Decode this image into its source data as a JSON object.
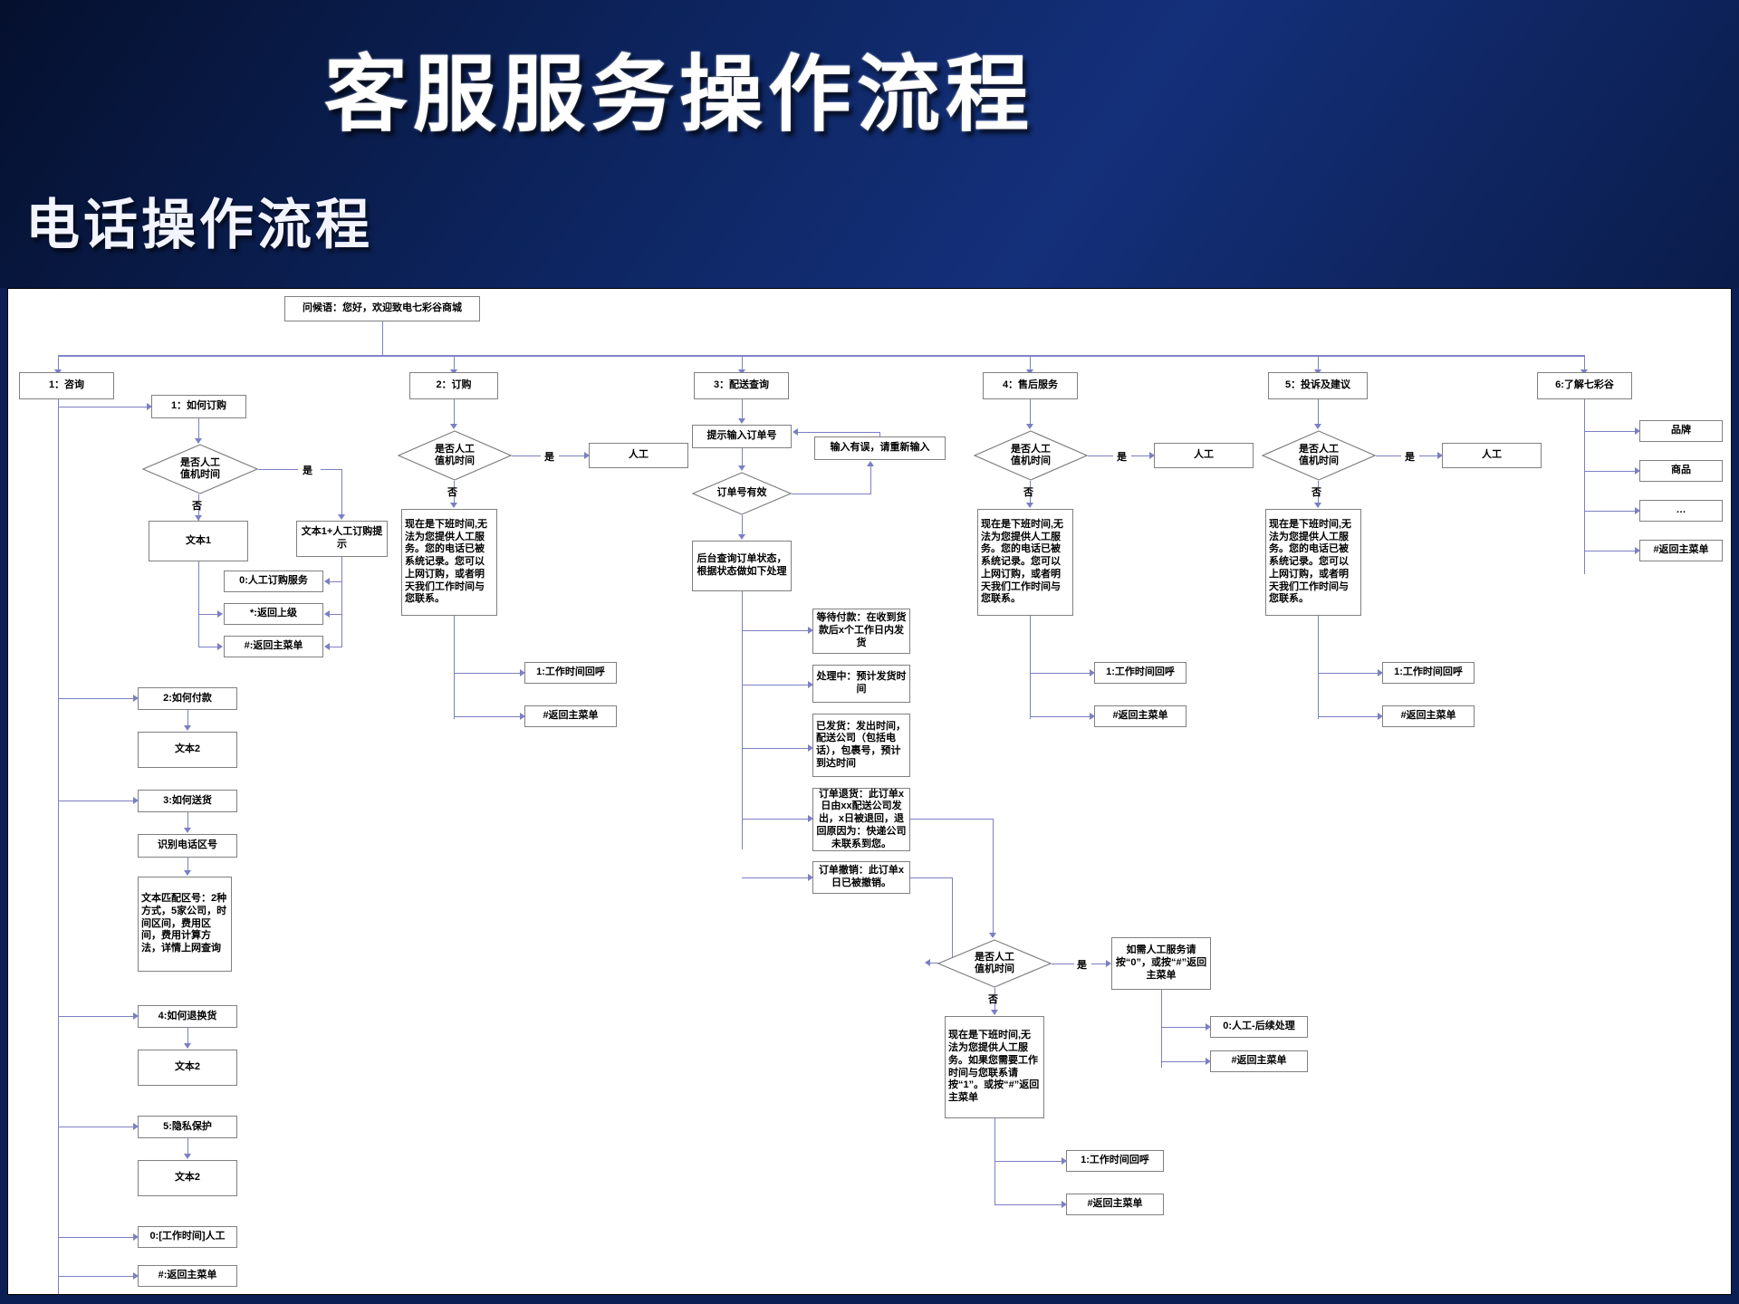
{
  "slide": {
    "title": "客服服务操作流程",
    "subtitle": "电话操作流程",
    "bg_color": "#0d2560",
    "canvas_color": "#ffffff",
    "line_color": "#7b7fc4",
    "node_border_color": "#808080"
  },
  "flow": {
    "greeting": "问候语：您好，欢迎致电七彩谷商城",
    "menu": [
      {
        "label": "1：咨询"
      },
      {
        "label": "2：订购"
      },
      {
        "label": "3：配送查询"
      },
      {
        "label": "4：售后服务"
      },
      {
        "label": "5：投诉及建议"
      },
      {
        "label": "6:了解七彩谷"
      }
    ],
    "yes_label": "是",
    "no_label": "否",
    "decision_manned": "是否人工\n值机时间",
    "decision_manned_l1": "是否人工",
    "decision_manned_l2": "值机时间",
    "col1": {
      "q1": "1：如何订购",
      "text1": "文本1",
      "text1_manual": "文本1+人工订购提示",
      "opt_manual_order": "0:人工订购服务",
      "opt_back_up": "*:返回上级",
      "opt_back_main": "#:返回主菜单",
      "q2": "2:如何付款",
      "q2_text": "文本2",
      "q3": "3:如何送货",
      "q3_recognize": "识别电话区号",
      "q3_text": "文本匹配区号：2种方式，5家公司，时间区间，费用区间，费用计算方法，详情上网查询",
      "q4": "4:如何退换货",
      "q4_text": "文本2",
      "q5": "5:隐私保护",
      "q5_text": "文本2",
      "opt_zero": "0:[工作时间]人工",
      "opt_hash": "#:返回主菜单"
    },
    "col2": {
      "agent": "人工",
      "offhours": "现在是下班时间,无法为您提供人工服务。您的电话已被系统记录。您可以上网订购，或者明天我们工作时间与您联系。",
      "opt_callback": "1:工作时间回呼",
      "opt_back_main": "#返回主菜单"
    },
    "col3": {
      "prompt_order_no": "提示输入订单号",
      "input_error": "输入有误，请重新输入",
      "decision_valid": "订单号有效",
      "backend_query": "后台查询订单状态，根据状态做如下处理",
      "status": [
        "等待付款：在收到货款后x个工作日内发货",
        "处理中：预计发货时间",
        "已发货：发出时间，配送公司（包括电话），包裹号，预计到达时间",
        "订单退货：此订单x日由xx配送公司发出，x日被退回，退回原因为：快递公司未联系到您。",
        "订单撤销：此订单x日已被撤销。"
      ],
      "manual_prompt": "如需人工服务请按“0”，或按“#”返回主菜单",
      "opt_manual_follow": "0:人工-后续处理",
      "opt_back_main_a": "#返回主菜单",
      "offhours": "现在是下班时间,无法为您提供人工服务。如果您需要工作时间与您联系请按“1”。或按“#”返回主菜单",
      "opt_callback": "1:工作时间回呼",
      "opt_back_main_b": "#返回主菜单"
    },
    "col4": {
      "agent": "人工",
      "offhours": "现在是下班时间,无法为您提供人工服务。您的电话已被系统记录。您可以上网订购，或者明天我们工作时间与您联系。",
      "opt_callback": "1:工作时间回呼",
      "opt_back_main": "#返回主菜单"
    },
    "col5": {
      "agent": "人工",
      "offhours": "现在是下班时间,无法为您提供人工服务。您的电话已被系统记录。您可以上网订购，或者明天我们工作时间与您联系。",
      "opt_callback": "1:工作时间回呼",
      "opt_back_main": "#返回主菜单"
    },
    "col6": {
      "items": [
        "品牌",
        "商品",
        "…",
        "#返回主菜单"
      ]
    }
  }
}
